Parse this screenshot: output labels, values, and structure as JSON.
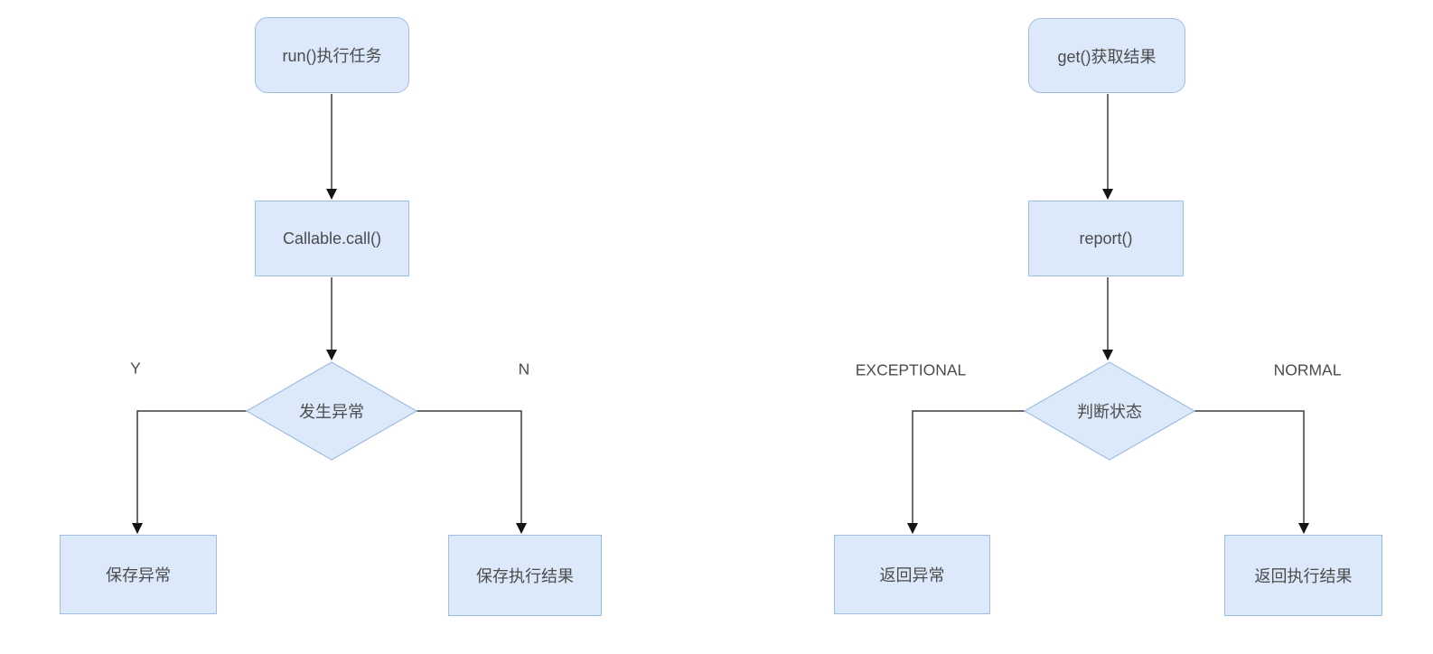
{
  "diagram": {
    "flowcharts": [
      {
        "start_label": "run()执行任务",
        "process_label": "Callable.call()",
        "decision_label": "发生异常",
        "left_branch_label": "Y",
        "right_branch_label": "N",
        "left_result_label": "保存异常",
        "right_result_label": "保存执行结果"
      },
      {
        "start_label": "get()获取结果",
        "process_label": "report()",
        "decision_label": "判断状态",
        "left_branch_label": "EXCEPTIONAL",
        "right_branch_label": "NORMAL",
        "left_result_label": "返回异常",
        "right_result_label": "返回执行结果"
      }
    ],
    "colors": {
      "background": "#ffffff",
      "node_fill": "#dce9fa",
      "node_border": "#a0bde0",
      "edge_line": "#3c3c3c",
      "arrowhead": "#141414",
      "text": "#4c4c4c"
    }
  }
}
